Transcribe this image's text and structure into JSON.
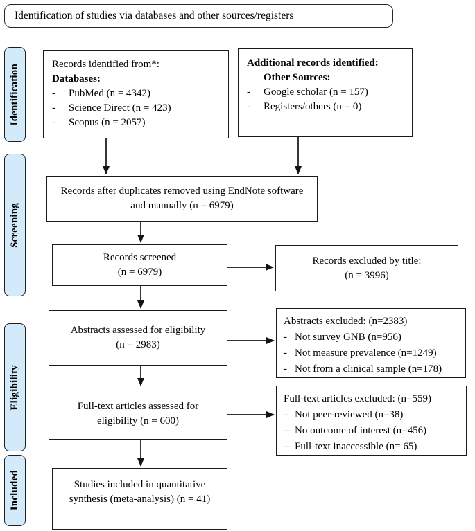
{
  "title": "Identification of studies via databases and other sources/registers",
  "colors": {
    "sidebar_fill": "#d3eafb",
    "box_border": "#1b1b1b",
    "arrow": "#141414",
    "background": "#ffffff"
  },
  "sidebar": {
    "labels": [
      "Identification",
      "Screening",
      "Eligibility",
      "Included"
    ]
  },
  "boxes": {
    "records_identified": {
      "lines": [
        {
          "text": "Records identified from*:"
        },
        {
          "text": "Databases:",
          "bold": true
        },
        {
          "text": "PubMed (n = 4342)",
          "bullet": "-"
        },
        {
          "text": "Science Direct (n = 423)",
          "bullet": "-"
        },
        {
          "text": "Scopus (n = 2057)",
          "bullet": "-"
        }
      ]
    },
    "additional_records": {
      "lines": [
        {
          "text": "Additional records identified:",
          "bold": true
        },
        {
          "text": "Other Sources:",
          "bold": true,
          "indent": true
        },
        {
          "text": "Google scholar (n = 157)",
          "bullet": "-"
        },
        {
          "text": "Registers/others (n = 0)",
          "bullet": "-"
        }
      ]
    },
    "duplicates_removed": {
      "lines": [
        {
          "text": "Records after duplicates removed using EndNote software"
        },
        {
          "text": "and manually (n = 6979)"
        }
      ]
    },
    "records_screened": {
      "lines": [
        {
          "text": "Records screened"
        },
        {
          "text": "(n = 6979)"
        }
      ]
    },
    "records_excluded_title": {
      "lines": [
        {
          "text": "Records excluded by title:"
        },
        {
          "text": "(n = 3996)"
        }
      ]
    },
    "abstracts_assessed": {
      "lines": [
        {
          "text": "Abstracts assessed for eligibility"
        },
        {
          "text": "(n = 2983)"
        }
      ]
    },
    "abstracts_excluded": {
      "lines": [
        {
          "text": "Abstracts excluded: (n=2383)"
        },
        {
          "text": "Not survey GNB (n=956)",
          "bullet": "-"
        },
        {
          "text": "Not measure prevalence (n=1249)",
          "bullet": "-"
        },
        {
          "text": "Not from a clinical sample (n=178)",
          "bullet": "-"
        }
      ]
    },
    "fulltext_assessed": {
      "lines": [
        {
          "text": "Full-text articles assessed for"
        },
        {
          "text": "eligibility (n = 600)"
        }
      ]
    },
    "fulltext_excluded": {
      "lines": [
        {
          "text": "Full-text articles excluded: (n=559)"
        },
        {
          "text": "Not peer-reviewed (n=38)",
          "bullet": "–"
        },
        {
          "text": "No outcome of interest (n=456)",
          "bullet": "–"
        },
        {
          "text": "Full-text inaccessible (n= 65)",
          "bullet": "–"
        }
      ]
    },
    "studies_included": {
      "lines": [
        {
          "text": "Studies included in quantitative"
        },
        {
          "text": "synthesis (meta-analysis) (n = 41)"
        }
      ]
    }
  }
}
